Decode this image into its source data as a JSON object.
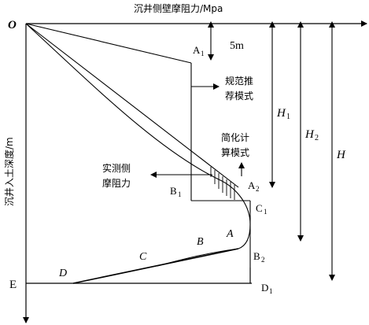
{
  "axes": {
    "x_title": "沉井侧壁摩阻力/Mpa",
    "y_title": "沉井入土深度/m"
  },
  "points": {
    "O": "O",
    "E": "E",
    "A1": "A",
    "A1_sub": "1",
    "A2": "A",
    "A2_sub": "2",
    "B1": "B",
    "B1_sub": "1",
    "B2": "B",
    "B2_sub": "2",
    "C1": "C",
    "C1_sub": "1",
    "D1": "D",
    "D1_sub": "1"
  },
  "curve_labels": {
    "A": "A",
    "B": "B",
    "C": "C",
    "D": "D"
  },
  "annotations": {
    "depth_5m": "5m",
    "spec_mode_line1": "规范推",
    "spec_mode_line2": "荐模式",
    "simplified_line1": "简化计",
    "simplified_line2": "算模式",
    "measured_line1": "实测侧",
    "measured_line2": "摩阻力"
  },
  "dimensions": {
    "H1": "H",
    "H1_sub": "1",
    "H2": "H",
    "H2_sub": "2",
    "H": "H"
  }
}
